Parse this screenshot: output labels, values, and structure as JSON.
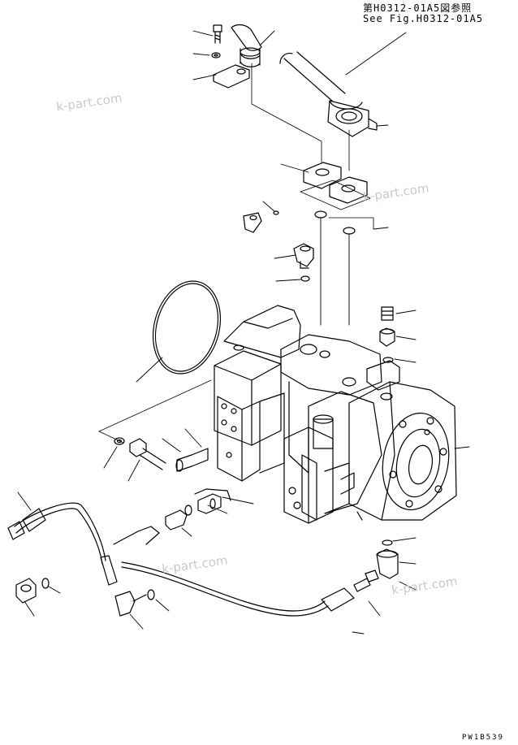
{
  "reference": {
    "japanese": "第H0312-01A5図参照",
    "english": "See Fig.H0312-01A5"
  },
  "watermarks": [
    "k-part.com",
    "k-part.com",
    "k-part.com",
    "k-part.com"
  ],
  "drawing_code": "PW1B539",
  "colors": {
    "line": "#000000",
    "background": "#ffffff",
    "watermark": "#c9c9c9"
  }
}
